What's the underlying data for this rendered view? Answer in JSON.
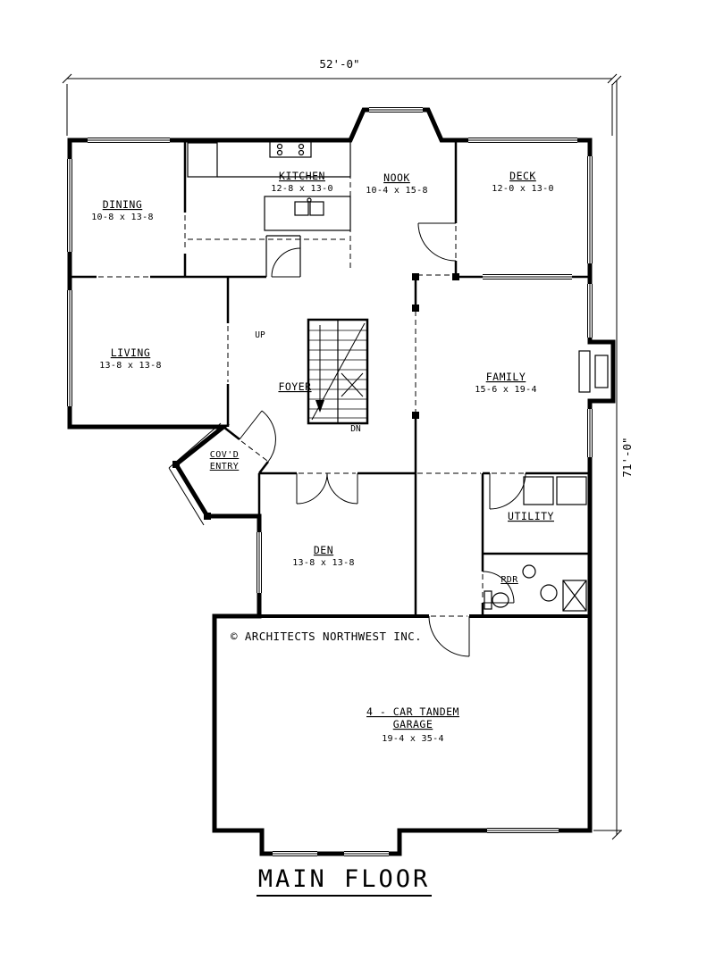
{
  "title": "MAIN FLOOR",
  "copyright": "© ARCHITECTS NORTHWEST INC.",
  "dimensions": {
    "width": "52'-0\"",
    "height": "71'-0\""
  },
  "annotations": {
    "up": "UP",
    "down": "DN"
  },
  "rooms": {
    "dining": {
      "name": "DINING",
      "dims": "10-8 x 13-8"
    },
    "kitchen": {
      "name": "KITCHEN",
      "dims": "12-8 x 13-0"
    },
    "nook": {
      "name": "NOOK",
      "dims": "10-4 x 15-8"
    },
    "deck": {
      "name": "DECK",
      "dims": "12-0 x 13-0"
    },
    "living": {
      "name": "LIVING",
      "dims": "13-8 x 13-8"
    },
    "family": {
      "name": "FAMILY",
      "dims": "15-6 x 19-4"
    },
    "foyer": {
      "name": "FOYER"
    },
    "covd": {
      "line1": "COV'D",
      "line2": "ENTRY"
    },
    "den": {
      "name": "DEN",
      "dims": "13-8 x 13-8"
    },
    "utility": {
      "name": "UTILITY"
    },
    "powder": {
      "name": "PDR"
    },
    "garage": {
      "line1": "4 - CAR TANDEM",
      "line2": "GARAGE",
      "dims": "19-4 x 35-4"
    }
  }
}
